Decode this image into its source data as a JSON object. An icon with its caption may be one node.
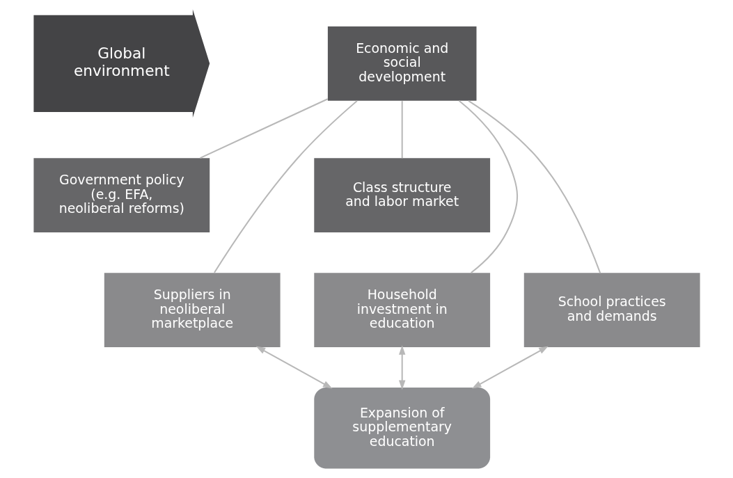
{
  "diagram": {
    "nodes": [
      {
        "text": [
          "Global environment"
        ]
      },
      {
        "text": [
          "Economic and social development"
        ]
      },
      {
        "text": [
          "Government policy (e.g. EFA, neoliberal reforms)"
        ]
      },
      {
        "text": [
          "Class structure and labor market"
        ]
      },
      {
        "text": [
          "Suppliers in neoliberal marketplace"
        ]
      },
      {
        "text": [
          "School practices and demands"
        ]
      },
      {
        "text": [
          "Household investment in education"
        ]
      },
      {
        "text": [
          "Expansion of supplementary education"
        ]
      }
    ],
    "edges": [
      {
        "from": 1,
        "to": 2,
        "arrow": "none"
      },
      {
        "from": 1,
        "to": 3,
        "arrow": "none"
      },
      {
        "from": 1,
        "to": 4,
        "arrow": "none"
      },
      {
        "from": 1,
        "to": 5,
        "arrow": "none"
      },
      {
        "from": 1,
        "to": 6,
        "arrow": "none"
      },
      {
        "from": 4,
        "to": 7,
        "arrow": "both"
      },
      {
        "from": 5,
        "to": 7,
        "arrow": "both"
      },
      {
        "from": 6,
        "to": 7,
        "arrow": "both"
      }
    ]
  }
}
